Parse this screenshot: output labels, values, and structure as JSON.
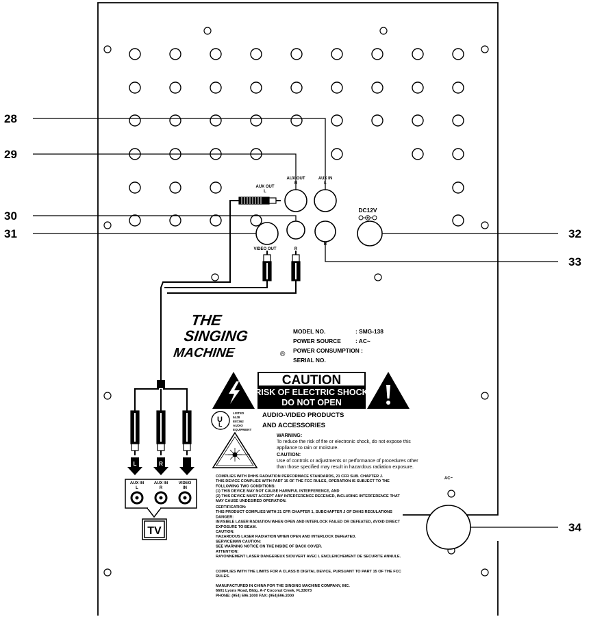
{
  "callouts": [
    {
      "number": "28"
    },
    {
      "number": "29"
    },
    {
      "number": "30"
    },
    {
      "number": "31"
    },
    {
      "number": "32"
    },
    {
      "number": "33"
    },
    {
      "number": "34"
    }
  ],
  "jacks": {
    "aux_out_l_plug": "AUX OUT\nL",
    "aux_out_r": "AUX OUT\nR",
    "aux_in_l": "AUX IN\nL",
    "dc12v": "DC12V",
    "video_out": "VIDEO OUT",
    "r_label_left": "R",
    "r_label_right": "R",
    "ac": "AC~"
  },
  "logo": {
    "line1": "THE",
    "line2": "SINGING",
    "line3": "MACHINE",
    "mark": "®"
  },
  "specs": [
    {
      "label": "MODEL NO.",
      "value": ": SMG-138"
    },
    {
      "label": "POWER SOURCE",
      "value": ": AC~"
    },
    {
      "label": "POWER CONSUMPTION :",
      "value": ""
    },
    {
      "label": "SERIAL NO.",
      "value": ""
    }
  ],
  "caution": {
    "title": "CAUTION",
    "line1": "RISK OF ELECTRIC SHOCK",
    "line2": "DO NOT OPEN"
  },
  "ul": {
    "listed": "LISTED",
    "code1": "54J8",
    "code2": "E87362",
    "audio": "AUDIO",
    "equipment": "EQUIPMENT"
  },
  "av_products": {
    "line1": "AUDIO-VIDEO PRODUCTS",
    "line2": "AND ACCESSORIES"
  },
  "warning": {
    "title": "WARNING:",
    "line1": "To reduce the risk of fire or electronic shock, do not expose this",
    "line2": "appliance to rain or moisture."
  },
  "caution_text": {
    "title": "CAUTION:",
    "line1": "Use of controls or adjustments or performance of procedures other",
    "line2": "than those specified may result in hazardous radiation exposure."
  },
  "compliance": [
    "COMPLIES WITH DHHS RADIATION PERFORMACE STANDARDS, 21 CFR SUB. CHAPTER J.",
    "THIS DEVICE COMPLIES WITH PART 15 OF THE FCC RULES, OPERATION IS SUBJECT TO THE",
    "FOLLOWING TWO CONDITIONS:",
    "(1) THIS DEVICE MAY NOT CAUSE HARMFUL INTERFERENCE, AND",
    "(2) THIS DEVICE MUST ACCEPT ANY INTERFERENCE RECEIVED, INCLUDING INTERFERENCE THAT",
    "MAY CAUSE UNDESIRED OPERATION."
  ],
  "certification": [
    "CERTIFICATION:",
    "THIS PRODUCT COMPLIES WITH 21 CFR CHAPTER 1, SUBCHAPTER J OF DHHS REGULATIONS",
    "DANGER:",
    "INVISIBLE LASER RADIATION WHEN OPEN AND INTERLOCK FAILED OR DEFEATED, AVOID DIRECT",
    "EXPOSURE TO BEAM.",
    "CAUTION:",
    "HAZARDOUS LASER RADIATION WHEN OPEN AND INTERLOCK DEFEATED.",
    "SERVICEMAN CAUTION:",
    "SEE WARNING NOTICE ON THE INSIDE OF BACK COVER.",
    "ATTENTION:",
    "RAYONNEMENT LASER DANGEREUX SIOUVERT AVEC  L ENCLENCHEMENT DE SECURITE ANNULE."
  ],
  "class_b": [
    "COMPLIES WITH THE LIMITS FOR A CLASS B DIGITAL DEVICE, PURSUANT TO PART 15 OF THE FCC",
    "RULES."
  ],
  "manufacturer": [
    "MANUFACTURED IN CHINA FOR THE SINGING MACHINE COMPANY, INC.",
    "6601 Lyons Road, Bldg. A-7 Coconut Creek, FL33073",
    "PHONE: (954) 596-1000 FAX: (954)596-2000"
  ],
  "cable": {
    "plug_l": "L",
    "plug_r": "R"
  },
  "tv_panel": {
    "aux_in_l": "AUX IN\nL",
    "aux_in_r": "AUX IN\nR",
    "video_in": "VIDEO\nIN",
    "tv": "TV"
  }
}
